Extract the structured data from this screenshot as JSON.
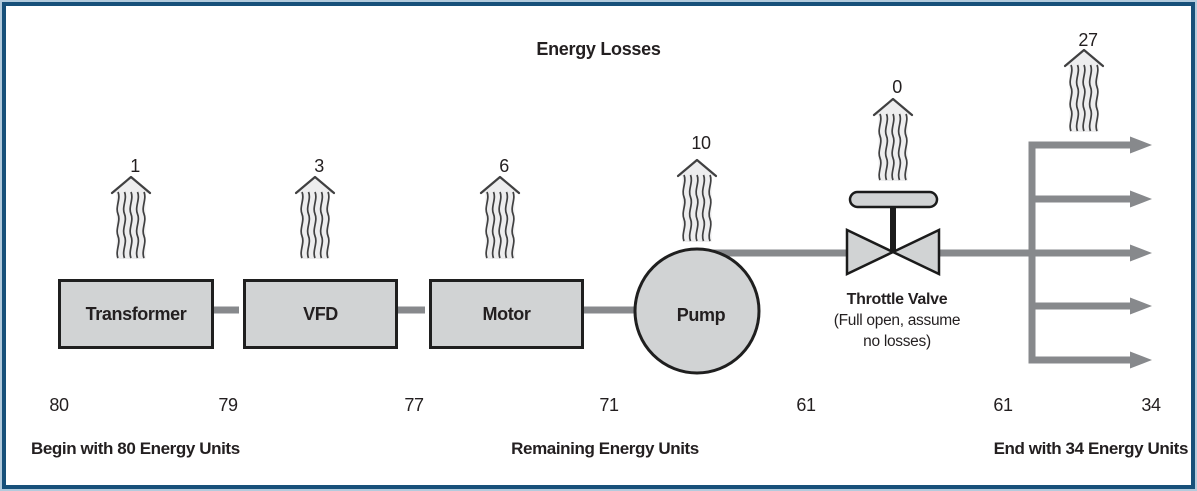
{
  "figure": {
    "title": "Energy Losses",
    "begin_caption": "Begin with 80 Energy Units",
    "remaining_caption": "Remaining Energy Units",
    "end_caption": "End with 34 Energy Units"
  },
  "components": {
    "transformer": "Transformer",
    "vfd": "VFD",
    "motor": "Motor",
    "pump": "Pump",
    "throttle_valve": {
      "name": "Throttle Valve",
      "note_line1": "(Full open, assume",
      "note_line2": "no losses)"
    }
  },
  "losses": {
    "transformer": "1",
    "vfd": "3",
    "motor": "6",
    "pump": "10",
    "throttle_valve": "0",
    "distribution": "27"
  },
  "energy_values": {
    "start": "80",
    "after_transformer": "79",
    "after_vfd": "77",
    "after_motor": "71",
    "after_pump": "61",
    "after_valve": "61",
    "end": "34"
  },
  "colors": {
    "border_blue": "#17507a",
    "border_light": "#b3cbdd",
    "box_fill": "#d1d3d4",
    "box_border": "#1f1f1f",
    "pipe_gray": "#87898c",
    "smoke_fill": "#ededee",
    "smoke_stroke": "#404041",
    "text": "#231f20"
  }
}
